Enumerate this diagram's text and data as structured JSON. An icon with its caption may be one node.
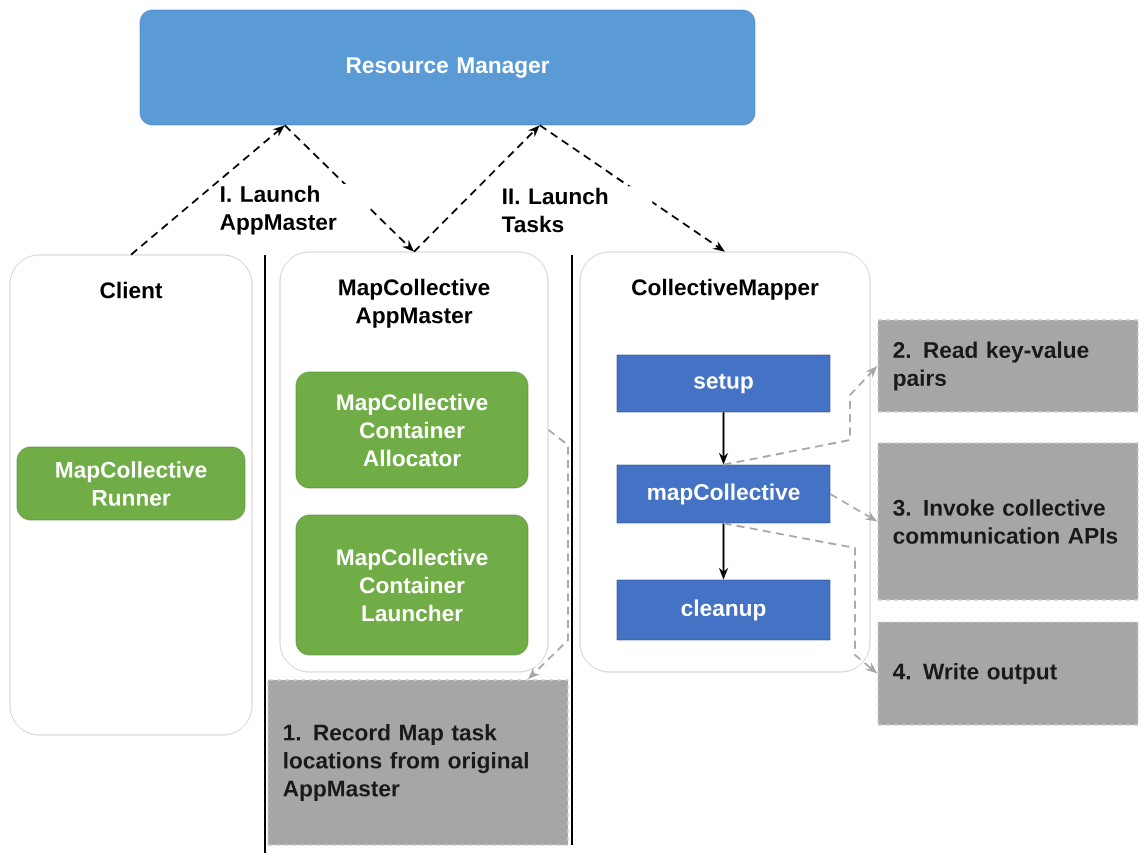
{
  "diagram": {
    "nodes": [
      {
        "text": [
          "Resource Manager"
        ]
      },
      {
        "text": [
          "Client"
        ]
      },
      {
        "text": [
          "MapCollective Runner"
        ],
        "in": 1
      },
      {
        "text": [
          "MapCollective AppMaster"
        ]
      },
      {
        "text": [
          "MapCollective Container Allocator"
        ],
        "in": 3
      },
      {
        "text": [
          "MapCollective Container Launcher"
        ],
        "in": 3
      },
      {
        "text": [
          "CollectiveMapper"
        ]
      },
      {
        "text": [
          "setup"
        ],
        "in": 6
      },
      {
        "text": [
          "mapCollective"
        ],
        "in": 6
      },
      {
        "text": [
          "cleanup"
        ],
        "in": 6
      },
      {
        "text": [
          "1. Record Map task locations from original AppMaster"
        ]
      },
      {
        "text": [
          "2. Read key-value pairs"
        ]
      },
      {
        "text": [
          "3. Invoke collective communication APIs"
        ]
      },
      {
        "text": [
          "4. Write output"
        ]
      }
    ],
    "edges": [
      {
        "from": 1,
        "to": 0,
        "arrow": "to",
        "style": "dashed"
      },
      {
        "from": 0,
        "to": 3,
        "arrow": "to",
        "style": "dashed"
      },
      {
        "from": 3,
        "to": 0,
        "arrow": "to",
        "style": "dashed"
      },
      {
        "from": 0,
        "to": 6,
        "arrow": "to",
        "style": "dashed"
      },
      {
        "from": 7,
        "to": 8,
        "arrow": "to"
      },
      {
        "from": 8,
        "to": 9,
        "arrow": "to"
      },
      {
        "from": 3,
        "to": 10,
        "arrow": "to",
        "style": "dashed",
        "color": "#a6a6a6"
      },
      {
        "from": 8,
        "to": 11,
        "arrow": "to",
        "style": "dashed",
        "color": "#a6a6a6"
      },
      {
        "from": 8,
        "to": 12,
        "arrow": "to",
        "style": "dashed",
        "color": "#a6a6a6"
      },
      {
        "from": 8,
        "to": 13,
        "arrow": "to",
        "style": "dashed",
        "color": "#a6a6a6"
      }
    ],
    "labels": [
      "I. Launch AppMaster",
      "II. Launch Tasks"
    ]
  }
}
